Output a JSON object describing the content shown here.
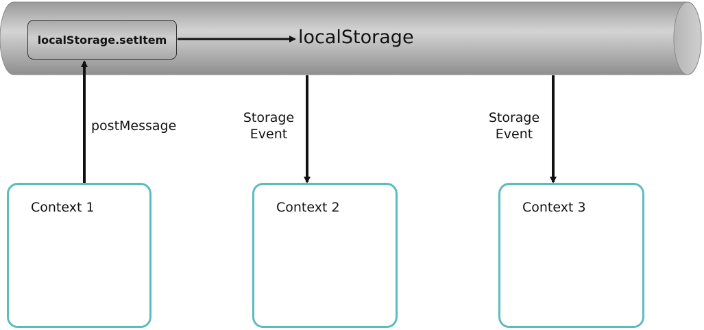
{
  "storage": {
    "title": "localStorage",
    "set_item_label": "localStorage.setItem"
  },
  "contexts": [
    {
      "label": "Context 1"
    },
    {
      "label": "Context 2"
    },
    {
      "label": "Context 3"
    }
  ],
  "edges": {
    "post_message": "postMessage",
    "storage_event_2": {
      "line1": "Storage",
      "line2": "Event"
    },
    "storage_event_3": {
      "line1": "Storage",
      "line2": "Event"
    }
  },
  "colors": {
    "context_border": "#5bbcbf",
    "arrow": "#111111",
    "cylinder": "#a8a8a8"
  }
}
